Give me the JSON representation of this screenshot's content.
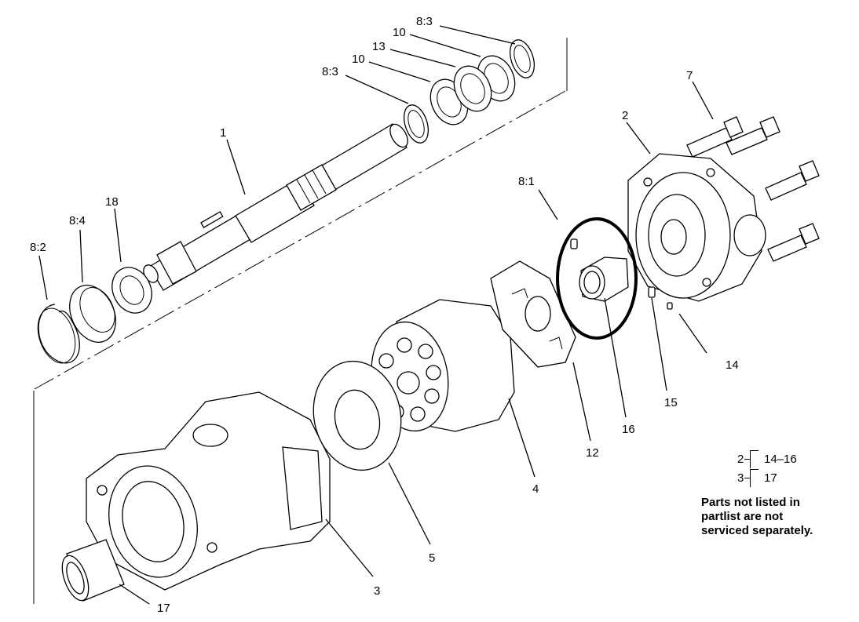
{
  "callouts": {
    "c1": "1",
    "c2": "2",
    "c3": "3",
    "c4": "4",
    "c5": "5",
    "c7": "7",
    "c81": "8:1",
    "c82": "8:2",
    "c83a": "8:3",
    "c83b": "8:3",
    "c84": "8:4",
    "c10a": "10",
    "c10b": "10",
    "c12": "12",
    "c13": "13",
    "c14": "14",
    "c15": "15",
    "c16": "16",
    "c17": "17",
    "c18": "18"
  },
  "groups": [
    {
      "parent": "2",
      "children": "14–16"
    },
    {
      "parent": "3",
      "children": "17"
    }
  ],
  "note_lines": [
    "Parts not listed in",
    "partlist are not",
    "serviced separately."
  ]
}
